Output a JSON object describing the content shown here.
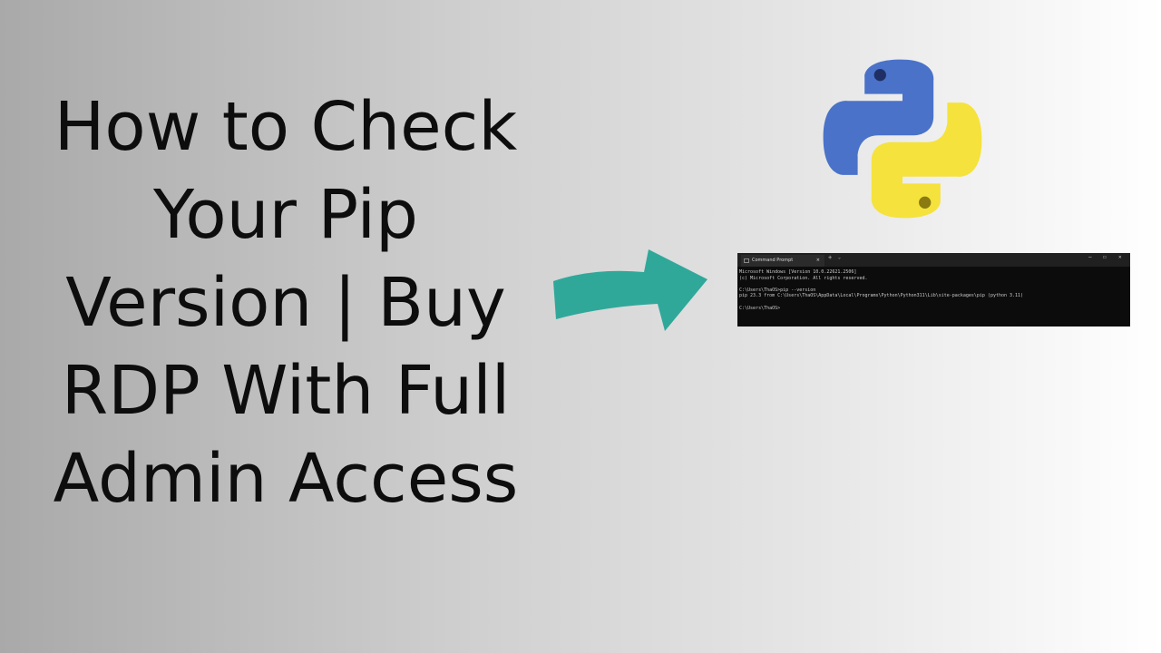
{
  "title_lines": [
    "How to Check",
    "Your Pip",
    "Version | Buy",
    "RDP With Full",
    "Admin Access"
  ],
  "colors": {
    "arrow": "#2fa89a",
    "python_blue": "#4a72c9",
    "python_yellow": "#f5e23c"
  },
  "terminal": {
    "tab_title": "Command Prompt",
    "tab_close": "×",
    "new_tab": "+",
    "dropdown": "⌄",
    "minimize": "–",
    "maximize": "☐",
    "close": "✕",
    "lines": [
      "Microsoft Windows [Version 10.0.22621.2506]",
      "(c) Microsoft Corporation. All rights reserved.",
      "",
      "C:\\Users\\ThaOS>pip --version",
      "pip 23.3 from C:\\Users\\ThaOS\\AppData\\Local\\Programs\\Python\\Python311\\Lib\\site-packages\\pip (python 3.11)",
      "",
      "C:\\Users\\ThaOS>"
    ]
  }
}
